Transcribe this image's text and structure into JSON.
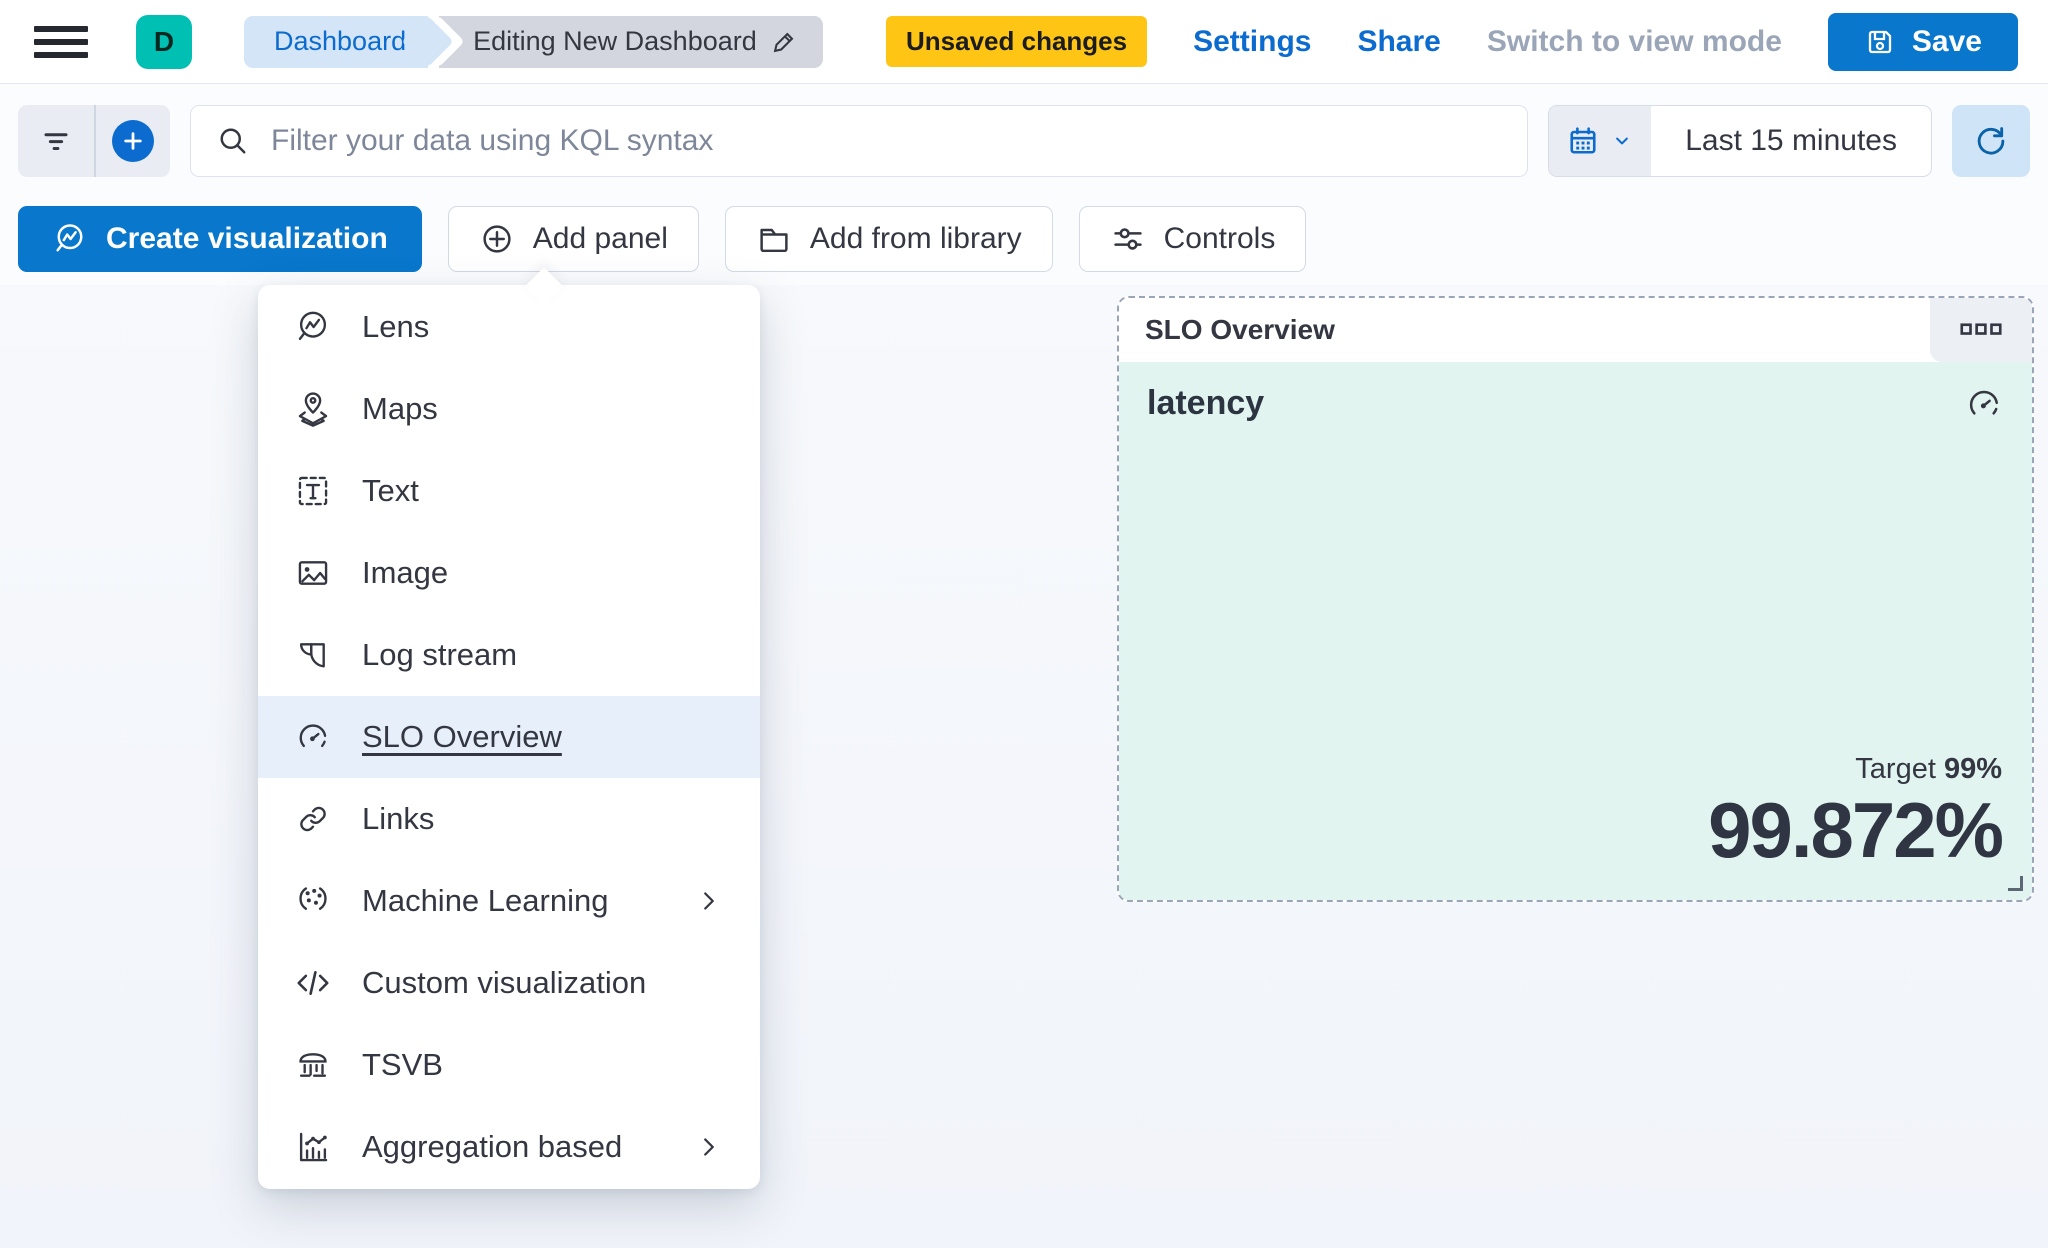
{
  "header": {
    "avatar_initial": "D",
    "breadcrumbs": [
      {
        "label": "Dashboard"
      },
      {
        "label": "Editing New Dashboard"
      }
    ],
    "unsaved_badge": "Unsaved changes",
    "settings_label": "Settings",
    "share_label": "Share",
    "switch_view_label": "Switch to view mode",
    "save_label": "Save"
  },
  "filter_bar": {
    "search_placeholder": "Filter your data using KQL syntax",
    "search_value": "",
    "time_range": "Last 15 minutes"
  },
  "toolbar": {
    "create_visualization_label": "Create visualization",
    "add_panel_label": "Add panel",
    "add_from_library_label": "Add from library",
    "controls_label": "Controls"
  },
  "add_panel_menu": {
    "items": [
      {
        "label": "Lens",
        "icon": "lens-icon",
        "selected": false,
        "has_submenu": false
      },
      {
        "label": "Maps",
        "icon": "maps-icon",
        "selected": false,
        "has_submenu": false
      },
      {
        "label": "Text",
        "icon": "text-icon",
        "selected": false,
        "has_submenu": false
      },
      {
        "label": "Image",
        "icon": "image-icon",
        "selected": false,
        "has_submenu": false
      },
      {
        "label": "Log stream",
        "icon": "log-stream-icon",
        "selected": false,
        "has_submenu": false
      },
      {
        "label": "SLO Overview",
        "icon": "gauge-icon",
        "selected": true,
        "has_submenu": false
      },
      {
        "label": "Links",
        "icon": "links-icon",
        "selected": false,
        "has_submenu": false
      },
      {
        "label": "Machine Learning",
        "icon": "machine-learning-icon",
        "selected": false,
        "has_submenu": true
      },
      {
        "label": "Custom visualization",
        "icon": "code-icon",
        "selected": false,
        "has_submenu": false
      },
      {
        "label": "TSVB",
        "icon": "tsvb-icon",
        "selected": false,
        "has_submenu": false
      },
      {
        "label": "Aggregation based",
        "icon": "aggregation-icon",
        "selected": false,
        "has_submenu": true
      }
    ]
  },
  "slo_panel": {
    "title": "SLO Overview",
    "metric_name": "latency",
    "target_label": "Target",
    "target_value": "99%",
    "value": "99.872%"
  },
  "colors": {
    "primary_blue": "#0877cc",
    "link_blue": "#0b6bce",
    "badge_yellow": "#fec514",
    "avatar_teal": "#00bfb3",
    "panel_mint": "#e1f4f0",
    "menu_selected_bg": "#e7f0fa",
    "text_dark": "#343741",
    "dashed_border": "#9aa6b8"
  }
}
